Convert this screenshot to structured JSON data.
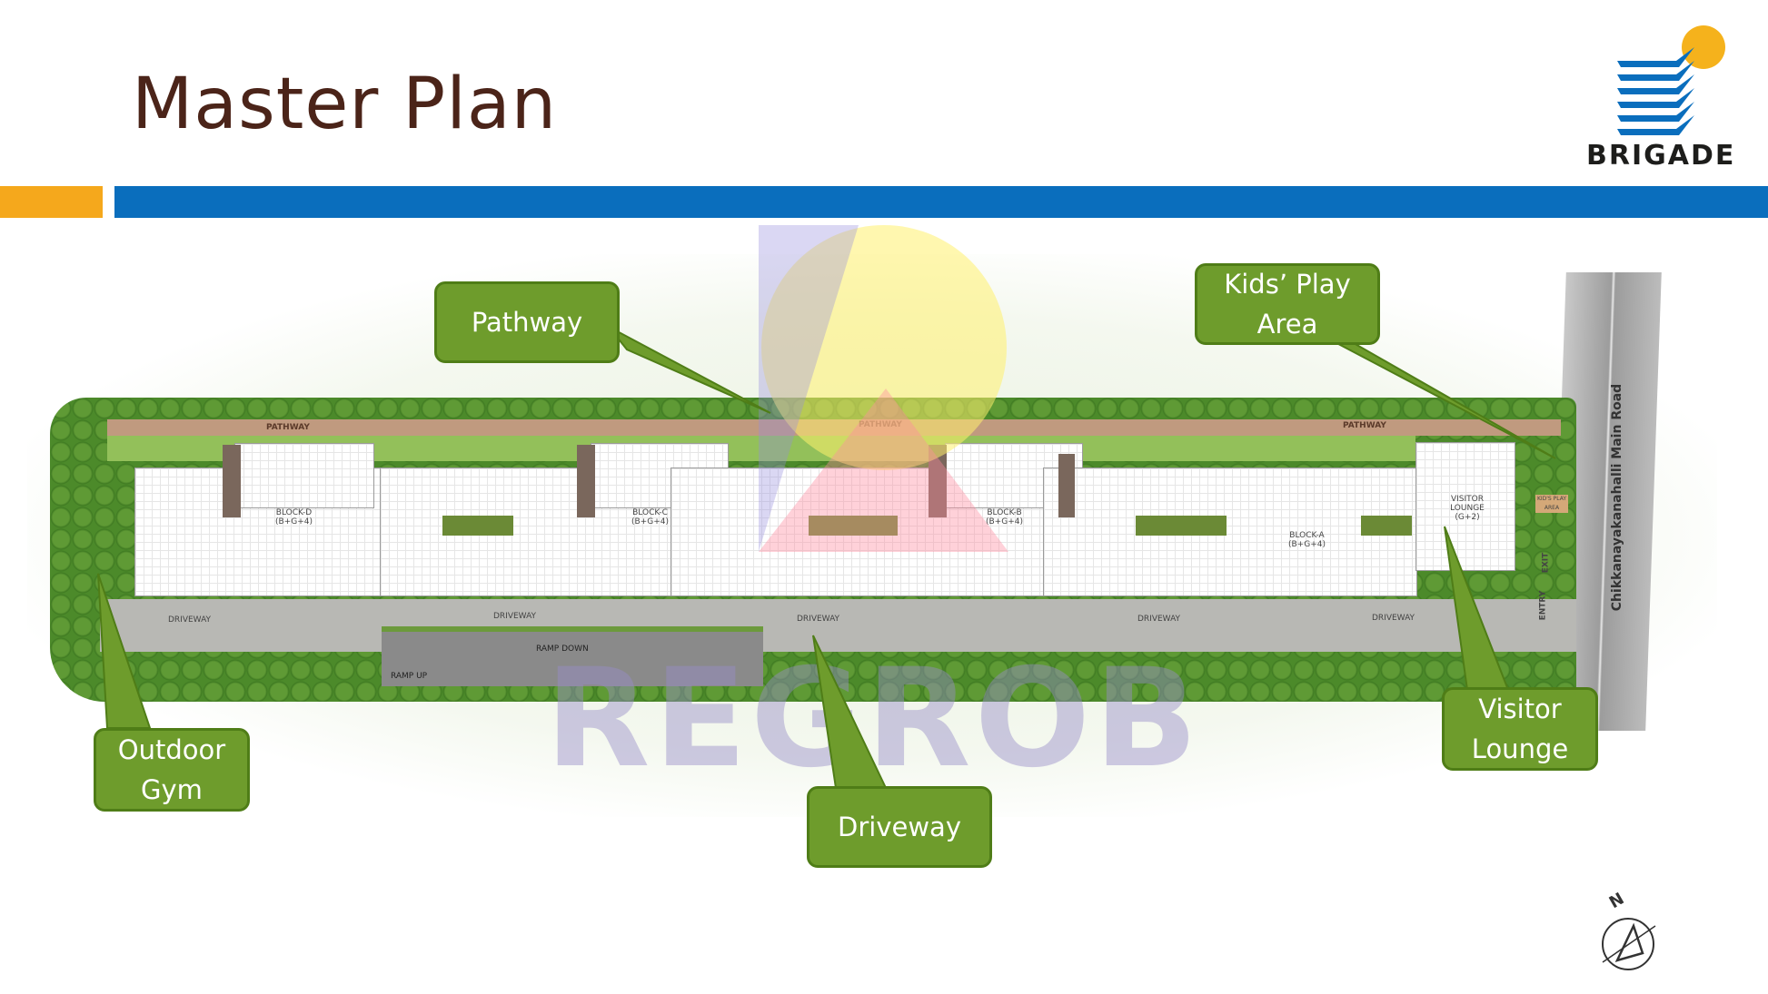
{
  "header": {
    "title": "Master Plan"
  },
  "logo": {
    "brand": "BRIGADE",
    "colors": {
      "blue": "#0a6ebd",
      "sun": "#f5b21c"
    }
  },
  "colors": {
    "accent_orange": "#f5a81c",
    "accent_blue": "#0a6ebd",
    "callout_green": "#6e9c2c",
    "title": "#4b2419"
  },
  "callouts": {
    "pathway": "Pathway",
    "kids_play_area": "Kids’ Play Area",
    "outdoor_gym": "Outdoor Gym",
    "driveway": "Driveway",
    "visitor_lounge": "Visitor Lounge"
  },
  "plan": {
    "blocks": [
      {
        "name": "BLOCK-D",
        "floors": "(B+G+4)"
      },
      {
        "name": "BLOCK-C",
        "floors": "(B+G+4)"
      },
      {
        "name": "BLOCK-B",
        "floors": "(B+G+4)"
      },
      {
        "name": "BLOCK-A",
        "floors": "(B+G+4)"
      }
    ],
    "visitor_lounge": {
      "name": "VISITOR LOUNGE",
      "floors": "(G+2)"
    },
    "pathway_label": "PATHWAY",
    "driveway_label": "DRIVEWAY",
    "ramp_down": "RAMP DOWN",
    "ramp_up": "RAMP UP",
    "entry": "ENTRY",
    "exit": "EXIT",
    "kids_area_label": "KID'S PLAY AREA",
    "road_name": "Chikkanayakanahalli Main Road"
  },
  "watermark": "REGROB",
  "compass": {
    "north": "N"
  }
}
